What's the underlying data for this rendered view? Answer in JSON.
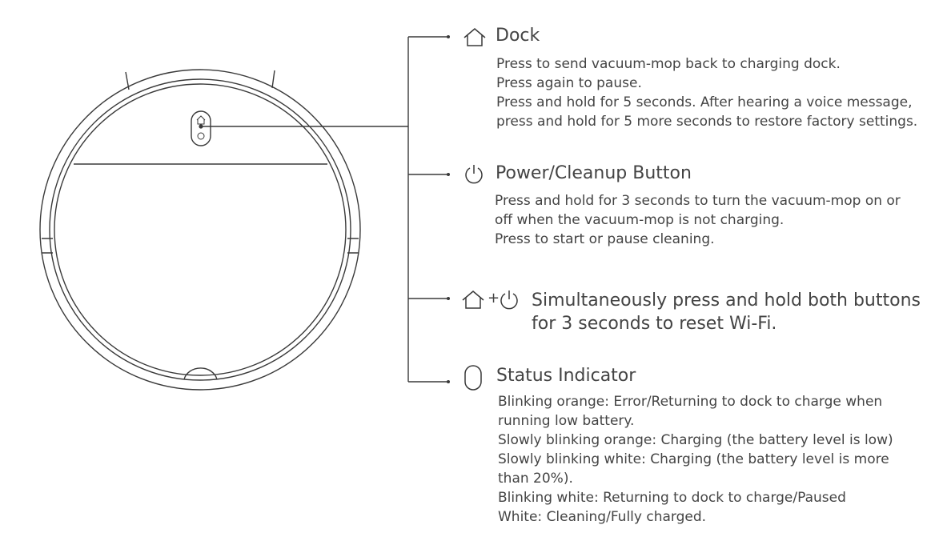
{
  "sections": [
    {
      "icon": "home-icon",
      "title": "Dock",
      "lines": [
        "Press to send vacuum-mop back to charging dock.",
        "Press again to pause.",
        "Press and hold for 5 seconds. After hearing a voice message,",
        "press and hold for 5 more seconds to restore factory settings."
      ]
    },
    {
      "icon": "power-icon",
      "title": "Power/Cleanup Button",
      "lines": [
        "Press and hold for 3 seconds to turn the vacuum-mop on or",
        "off when the vacuum-mop is not charging.",
        "Press to start or pause cleaning."
      ]
    },
    {
      "icon": "home-plus-power-icon",
      "plus": "+",
      "lines": [
        "Simultaneously press and hold both buttons",
        "for 3 seconds to reset Wi-Fi."
      ]
    },
    {
      "icon": "status-indicator-icon",
      "title": "Status Indicator",
      "lines": [
        "Blinking orange: Error/Returning to dock to charge when",
        "running low battery.",
        "Slowly blinking orange: Charging (the battery level is low)",
        "Slowly blinking white: Charging (the battery level is more",
        "than 20%).",
        "Blinking white: Returning to dock to charge/Paused",
        "White: Cleaning/Fully charged."
      ]
    }
  ]
}
